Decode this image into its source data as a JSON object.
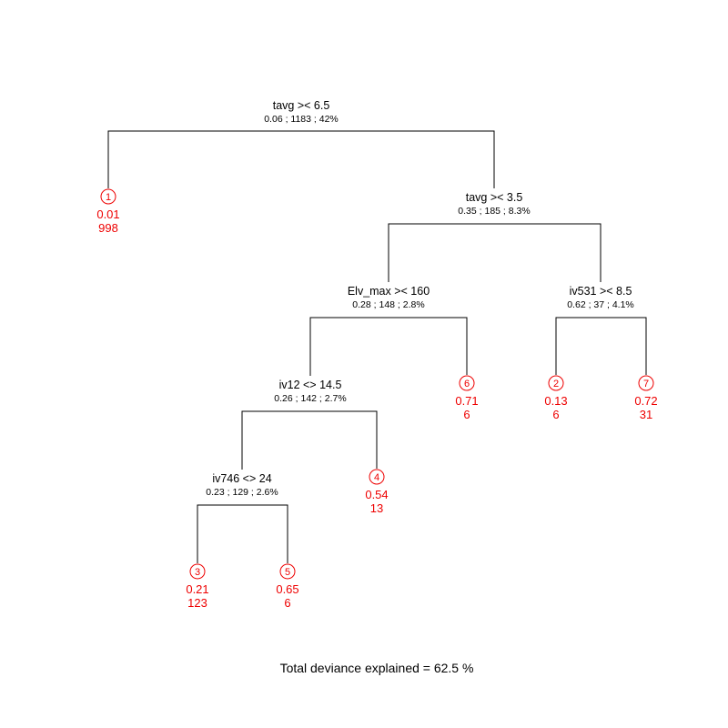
{
  "colors": {
    "edge": "#000000",
    "text": "#000000",
    "leaf": "#ee0000"
  },
  "tree": {
    "splits": [
      {
        "id": "root",
        "label": "tavg >< 6.5",
        "stats": "0.06 ; 1183 ; 42%"
      },
      {
        "id": "n2",
        "label": "tavg >< 3.5",
        "stats": "0.35 ; 185 ; 8.3%"
      },
      {
        "id": "n3",
        "label": "Elv_max >< 160",
        "stats": "0.28 ; 148 ; 2.8%"
      },
      {
        "id": "n4",
        "label": "iv531 >< 8.5",
        "stats": "0.62 ; 37 ; 4.1%"
      },
      {
        "id": "n5",
        "label": "iv12 <> 14.5",
        "stats": "0.26 ; 142 ; 2.7%"
      },
      {
        "id": "n6",
        "label": "iv746 <> 24",
        "stats": "0.23 ; 129 ; 2.6%"
      }
    ],
    "leaves": [
      {
        "id": "1",
        "value": "0.01",
        "count": "998"
      },
      {
        "id": "6",
        "value": "0.71",
        "count": "6"
      },
      {
        "id": "2",
        "value": "0.13",
        "count": "6"
      },
      {
        "id": "7",
        "value": "0.72",
        "count": "31"
      },
      {
        "id": "4",
        "value": "0.54",
        "count": "13"
      },
      {
        "id": "3",
        "value": "0.21",
        "count": "123"
      },
      {
        "id": "5",
        "value": "0.65",
        "count": "6"
      }
    ]
  },
  "footer": "Total deviance explained = 62.5 %"
}
